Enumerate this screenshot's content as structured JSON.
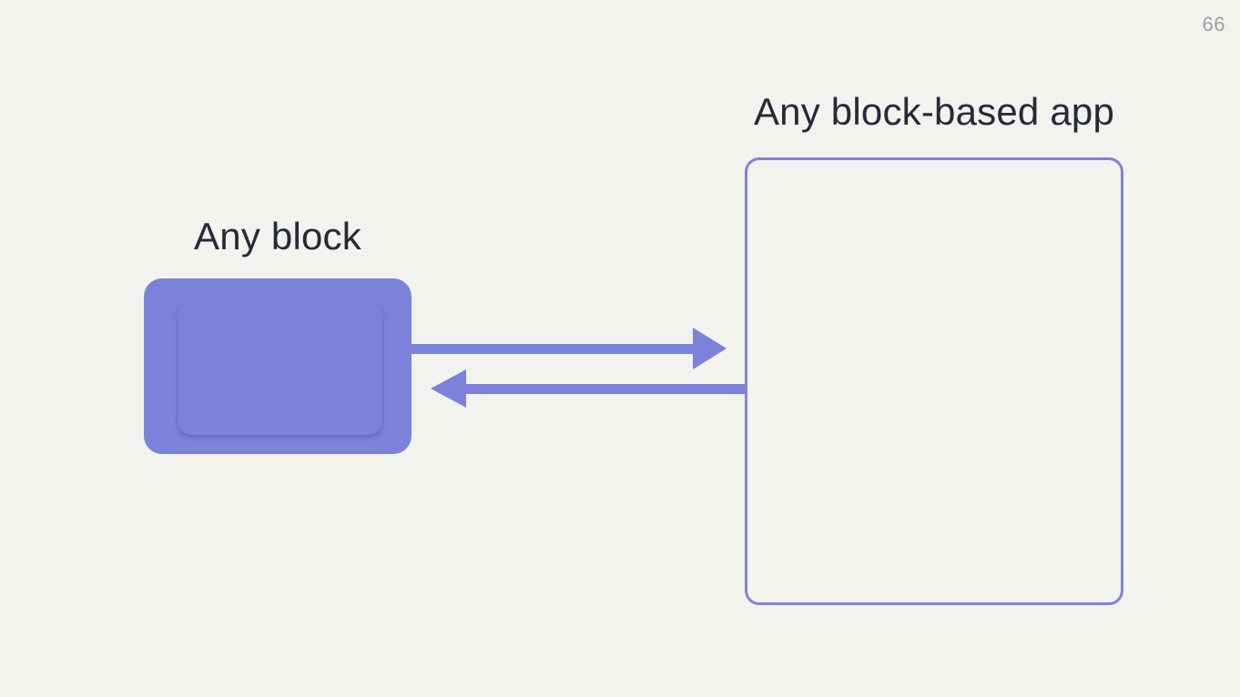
{
  "page": {
    "number": "66"
  },
  "diagram": {
    "block": {
      "label": "Any block"
    },
    "app": {
      "label": "Any block-based app"
    },
    "arrows": [
      {
        "name": "block-to-app",
        "direction": "right"
      },
      {
        "name": "app-to-block",
        "direction": "left"
      }
    ]
  },
  "colors": {
    "background": "#f2f3ee",
    "accent_purple": "#7c82da",
    "app_box_border": "#8084d6",
    "text_dark": "#262a38",
    "page_number_gray": "#9f9f9d"
  }
}
